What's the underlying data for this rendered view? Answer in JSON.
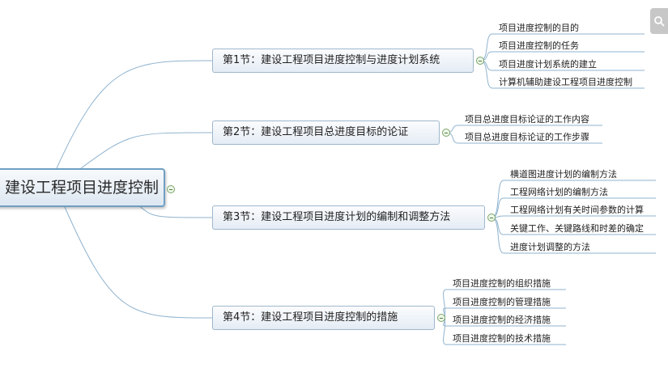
{
  "root": {
    "label": "建设工程项目进度控制"
  },
  "sections": [
    {
      "label": "第1节：建设工程项目进度控制与进度计划系统",
      "items": [
        "项目进度控制的目的",
        "项目进度控制的任务",
        "项目进度计划系统的建立",
        "计算机辅助建设工程项目进度控制"
      ]
    },
    {
      "label": "第2节：建设工程项目总进度目标的论证",
      "items": [
        "项目总进度目标论证的工作内容",
        "项目总进度目标论证的工作步骤"
      ]
    },
    {
      "label": "第3节：建设工程项目进度计划的编制和调整方法",
      "items": [
        "横道图进度计划的编制方法",
        "工程网络计划的编制方法",
        "工程网络计划有关时间参数的计算",
        "关键工作、关键路线和时差的确定",
        "进度计划调整的方法"
      ]
    },
    {
      "label": "第4节：建设工程项目进度控制的措施",
      "items": [
        "项目进度控制的组织措施",
        "项目进度控制的管理措施",
        "项目进度控制的经济措施",
        "项目进度控制的技术措施"
      ]
    }
  ],
  "colors": {
    "connector": "#8fb3cf",
    "toggle": "#7aa36a"
  },
  "icons": {
    "corner": "search-icon"
  }
}
